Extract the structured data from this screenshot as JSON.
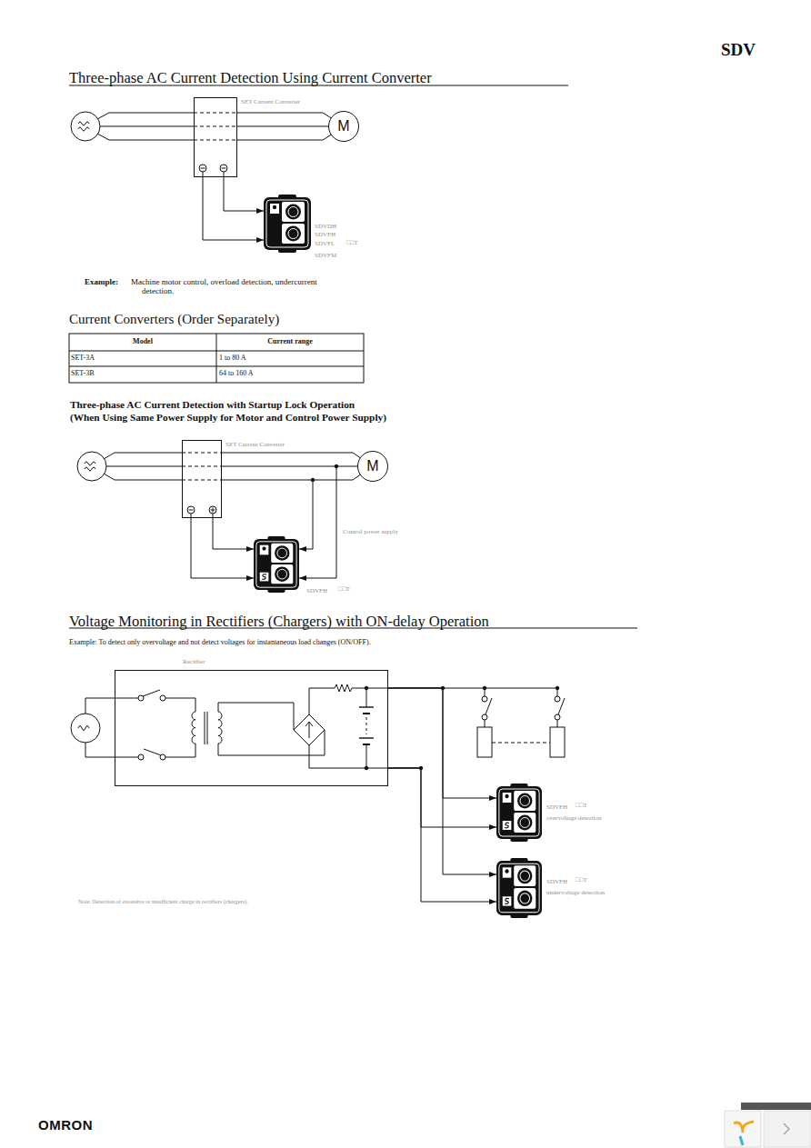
{
  "diagram": {
    "nodes": [
      {
        "text": [
          "SET Current Converter"
        ]
      },
      {
        "text": [
          "M"
        ]
      },
      {
        "text": [
          "SDVDH",
          "SDVFH",
          "SDVFL",
          "SDVFM",
          "□□T"
        ]
      },
      {
        "text": [
          "SET Current Converter"
        ]
      },
      {
        "text": [
          "M"
        ]
      },
      {
        "text": [
          "SDVFH",
          "□□T"
        ]
      },
      {
        "text": [
          "Rectifier"
        ]
      },
      {
        "text": [
          "SDVFH",
          "□□T",
          "overvoltage detection"
        ]
      },
      {
        "text": [
          "SDVFH",
          "□□T",
          "undervoltage detection"
        ]
      }
    ],
    "edges": [
      {
        "from": 0,
        "to": 2,
        "arrow": "to"
      },
      {
        "from": 0,
        "to": 2,
        "arrow": "to"
      },
      {
        "from": 3,
        "to": 5,
        "arrow": "to"
      },
      {
        "from": 3,
        "to": 5,
        "arrow": "to"
      },
      {
        "from": 6,
        "to": 7,
        "arrow": "to"
      },
      {
        "from": 6,
        "to": 7,
        "arrow": "to"
      },
      {
        "from": 6,
        "to": 8,
        "arrow": "to"
      },
      {
        "from": 6,
        "to": 8,
        "arrow": "to"
      }
    ],
    "labels": [
      "SDV",
      "Three-phase AC Current Detection Using Current Converter",
      "Example:",
      "Machine motor control, overload detection, undercurrent detection.",
      "Current Converters (Order Separately)",
      "Model",
      "Current range",
      "SET-3A",
      "1 to 80 A",
      "SET-3B",
      "64 to 160 A",
      "Three-phase AC Current Detection with Startup Lock Operation",
      "(When Using Same Power Supply for Motor and Control Power Supply)",
      "Control power supply",
      "Voltage Monitoring in Rectifiers (Chargers) with ON-delay Operation",
      "Example: To detect only overvoltage and not detect voltages for instantaneous load changes (ON/OFF).",
      "Note: Detection of excessive or insufficient charge in rectifiers (chargers).",
      "OMRON"
    ]
  }
}
